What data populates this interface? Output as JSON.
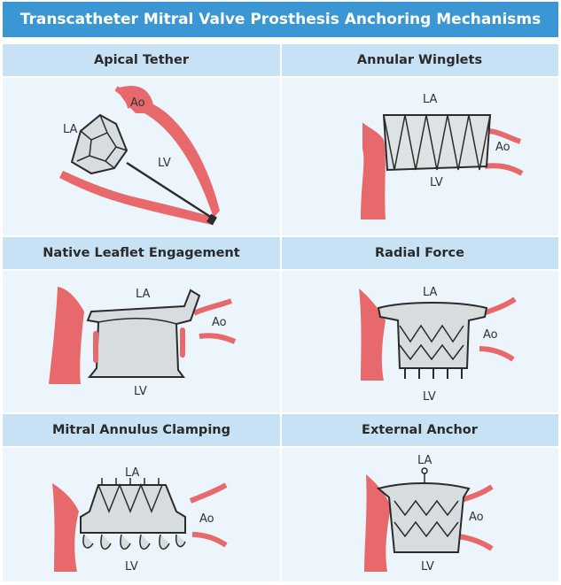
{
  "title": "Transcatheter Mitral Valve Prosthesis Anchoring Mechanisms",
  "panels": [
    {
      "name": "Apical Tether",
      "labels": {
        "la": "LA",
        "ao": "Ao",
        "lv": "LV"
      }
    },
    {
      "name": "Annular Winglets",
      "labels": {
        "la": "LA",
        "ao": "Ao",
        "lv": "LV"
      }
    },
    {
      "name": "Native Leaflet Engagement",
      "labels": {
        "la": "LA",
        "ao": "Ao",
        "lv": "LV"
      }
    },
    {
      "name": "Radial Force",
      "labels": {
        "la": "LA",
        "ao": "Ao",
        "lv": "LV"
      }
    },
    {
      "name": "Mitral Annulus Clamping",
      "labels": {
        "la": "LA",
        "ao": "Ao",
        "lv": "LV"
      }
    },
    {
      "name": "External Anchor",
      "labels": {
        "la": "LA",
        "ao": "Ao",
        "lv": "LV"
      }
    }
  ],
  "colors": {
    "title_bg": "#3a97d3",
    "header_bg": "#c6e2f4",
    "panel_bg": "#ebf5fb",
    "tissue": "#e8696c",
    "device_fill": "#cfd6d8",
    "device_stroke": "#2b2b2b"
  }
}
